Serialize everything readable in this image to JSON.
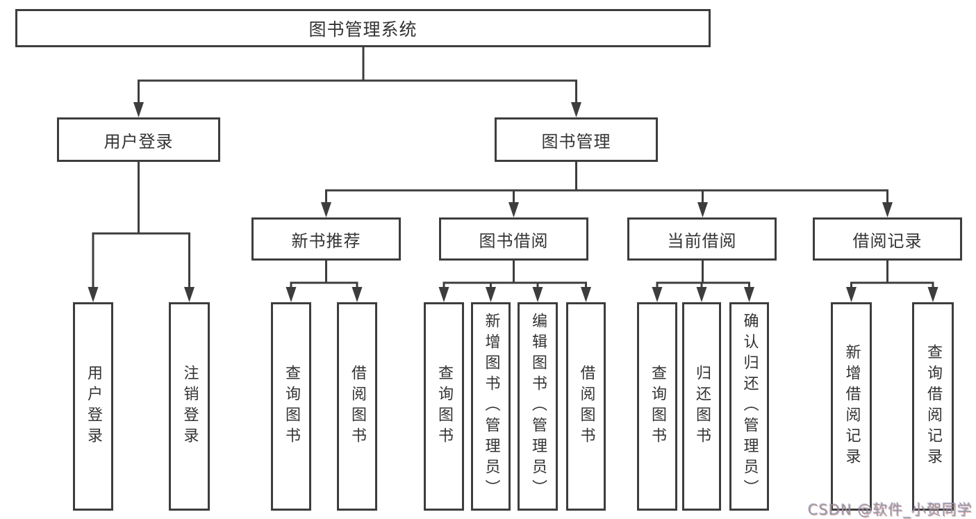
{
  "diagram": {
    "root": {
      "label": "图书管理系统"
    },
    "branches": [
      {
        "label": "用户登录",
        "children": [
          {
            "label": "用户登录"
          },
          {
            "label": "注销登录"
          }
        ]
      },
      {
        "label": "图书管理",
        "children": [
          {
            "label": "新书推荐",
            "children": [
              {
                "label": "查询图书"
              },
              {
                "label": "借阅图书"
              }
            ]
          },
          {
            "label": "图书借阅",
            "children": [
              {
                "label": "查询图书"
              },
              {
                "label": "新增图书（管理员）"
              },
              {
                "label": "编辑图书（管理员）"
              },
              {
                "label": "借阅图书"
              }
            ]
          },
          {
            "label": "当前借阅",
            "children": [
              {
                "label": "查询图书"
              },
              {
                "label": "归还图书"
              },
              {
                "label": "确认归还（管理员）"
              }
            ]
          },
          {
            "label": "借阅记录",
            "children": [
              {
                "label": "新增借阅记录"
              },
              {
                "label": "查询借阅记录"
              }
            ]
          }
        ]
      }
    ],
    "line_color": "#3d3d3d"
  },
  "watermark": {
    "text": "CSDN @软件_小贺同学"
  }
}
